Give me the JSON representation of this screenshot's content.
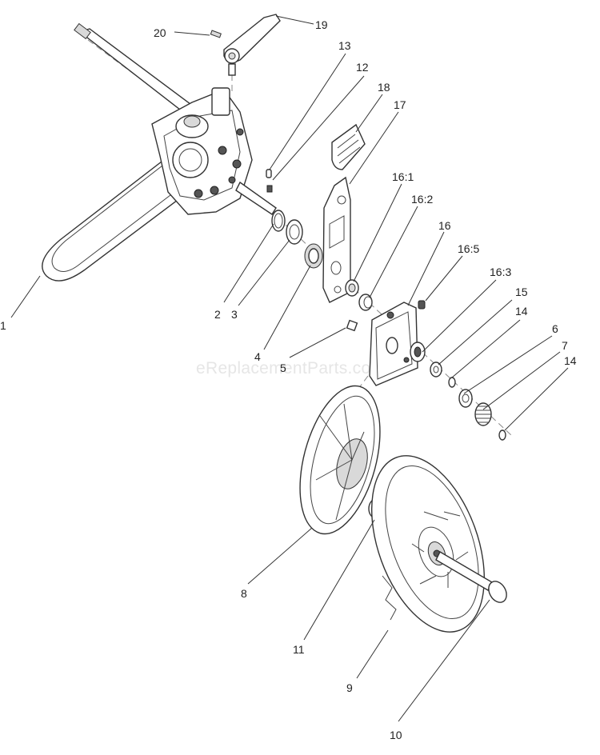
{
  "watermark": "eReplacementParts.com",
  "callouts": [
    {
      "id": "1",
      "text": "1"
    },
    {
      "id": "2",
      "text": "2"
    },
    {
      "id": "3",
      "text": "3"
    },
    {
      "id": "4",
      "text": "4"
    },
    {
      "id": "5",
      "text": "5"
    },
    {
      "id": "6",
      "text": "6"
    },
    {
      "id": "7",
      "text": "7"
    },
    {
      "id": "8",
      "text": "8"
    },
    {
      "id": "9",
      "text": "9"
    },
    {
      "id": "10",
      "text": "10"
    },
    {
      "id": "11",
      "text": "11"
    },
    {
      "id": "12",
      "text": "12"
    },
    {
      "id": "13",
      "text": "13"
    },
    {
      "id": "14a",
      "text": "14"
    },
    {
      "id": "14b",
      "text": "14"
    },
    {
      "id": "15",
      "text": "15"
    },
    {
      "id": "16",
      "text": "16"
    },
    {
      "id": "16_1",
      "text": "16:1"
    },
    {
      "id": "16_2",
      "text": "16:2"
    },
    {
      "id": "16_3",
      "text": "16:3"
    },
    {
      "id": "16_5",
      "text": "16:5"
    },
    {
      "id": "17",
      "text": "17"
    },
    {
      "id": "18",
      "text": "18"
    },
    {
      "id": "19",
      "text": "19"
    },
    {
      "id": "20",
      "text": "20"
    }
  ]
}
